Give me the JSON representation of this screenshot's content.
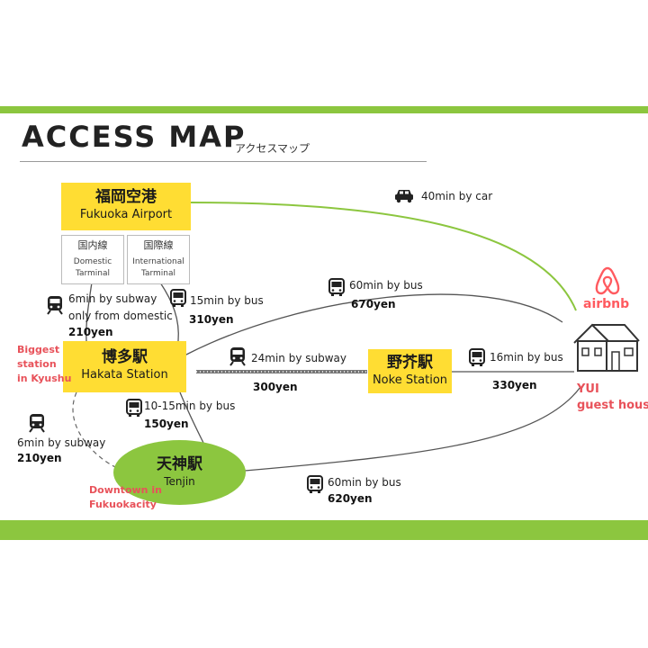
{
  "header": {
    "title": "ACCESS MAP",
    "subtitle": "アクセスマップ"
  },
  "colors": {
    "accent_green": "#8cc63f",
    "box_yellow": "#ffdd33",
    "note_red": "#e8525a",
    "airbnb_red": "#ff5a5f"
  },
  "places": {
    "airport": {
      "jp": "福岡空港",
      "en": "Fukuoka Airport"
    },
    "domestic_terminal": {
      "jp": "国内線",
      "en_1": "Domestic",
      "en_2": "Tarminal"
    },
    "international_terminal": {
      "jp": "国際線",
      "en_1": "International",
      "en_2": "Tarminal"
    },
    "hakata": {
      "jp": "博多駅",
      "en": "Hakata Station"
    },
    "noke": {
      "jp": "野芥駅",
      "en": "Noke Station"
    },
    "tenjin": {
      "jp": "天神駅",
      "en": "Tenjin"
    }
  },
  "destination": {
    "logo_text": "airbnb",
    "name_1": "YUI",
    "name_2": "guest house"
  },
  "notes": {
    "hakata_1": "Biggest",
    "hakata_2": "station",
    "hakata_3": "in Kyushu",
    "tenjin_1": "Downtown in",
    "tenjin_2": "Fukuokacity"
  },
  "routes": {
    "airport_car": {
      "label": "40min by car",
      "icon": "car-icon"
    },
    "hakata_bus_to_house": {
      "label": "60min by bus",
      "price": "670yen",
      "icon": "bus-icon"
    },
    "airport_subway": {
      "label": "6min by subway",
      "note": "only from domestic",
      "price": "210yen",
      "icon": "subway-icon"
    },
    "airport_bus": {
      "label": "15min by bus",
      "price": "310yen",
      "icon": "bus-icon"
    },
    "hakata_noke_subway": {
      "label": "24min by subway",
      "price": "300yen",
      "icon": "subway-icon"
    },
    "noke_bus": {
      "label": "16min by bus",
      "price": "330yen",
      "icon": "bus-icon"
    },
    "hakata_tenjin_bus": {
      "label": "10-15min by bus",
      "price": "150yen",
      "icon": "bus-icon"
    },
    "hakata_tenjin_subway": {
      "label": "6min by subway",
      "price": "210yen",
      "icon": "subway-icon"
    },
    "tenjin_bus_to_house": {
      "label": "60min by bus",
      "price": "620yen",
      "icon": "bus-icon"
    }
  }
}
